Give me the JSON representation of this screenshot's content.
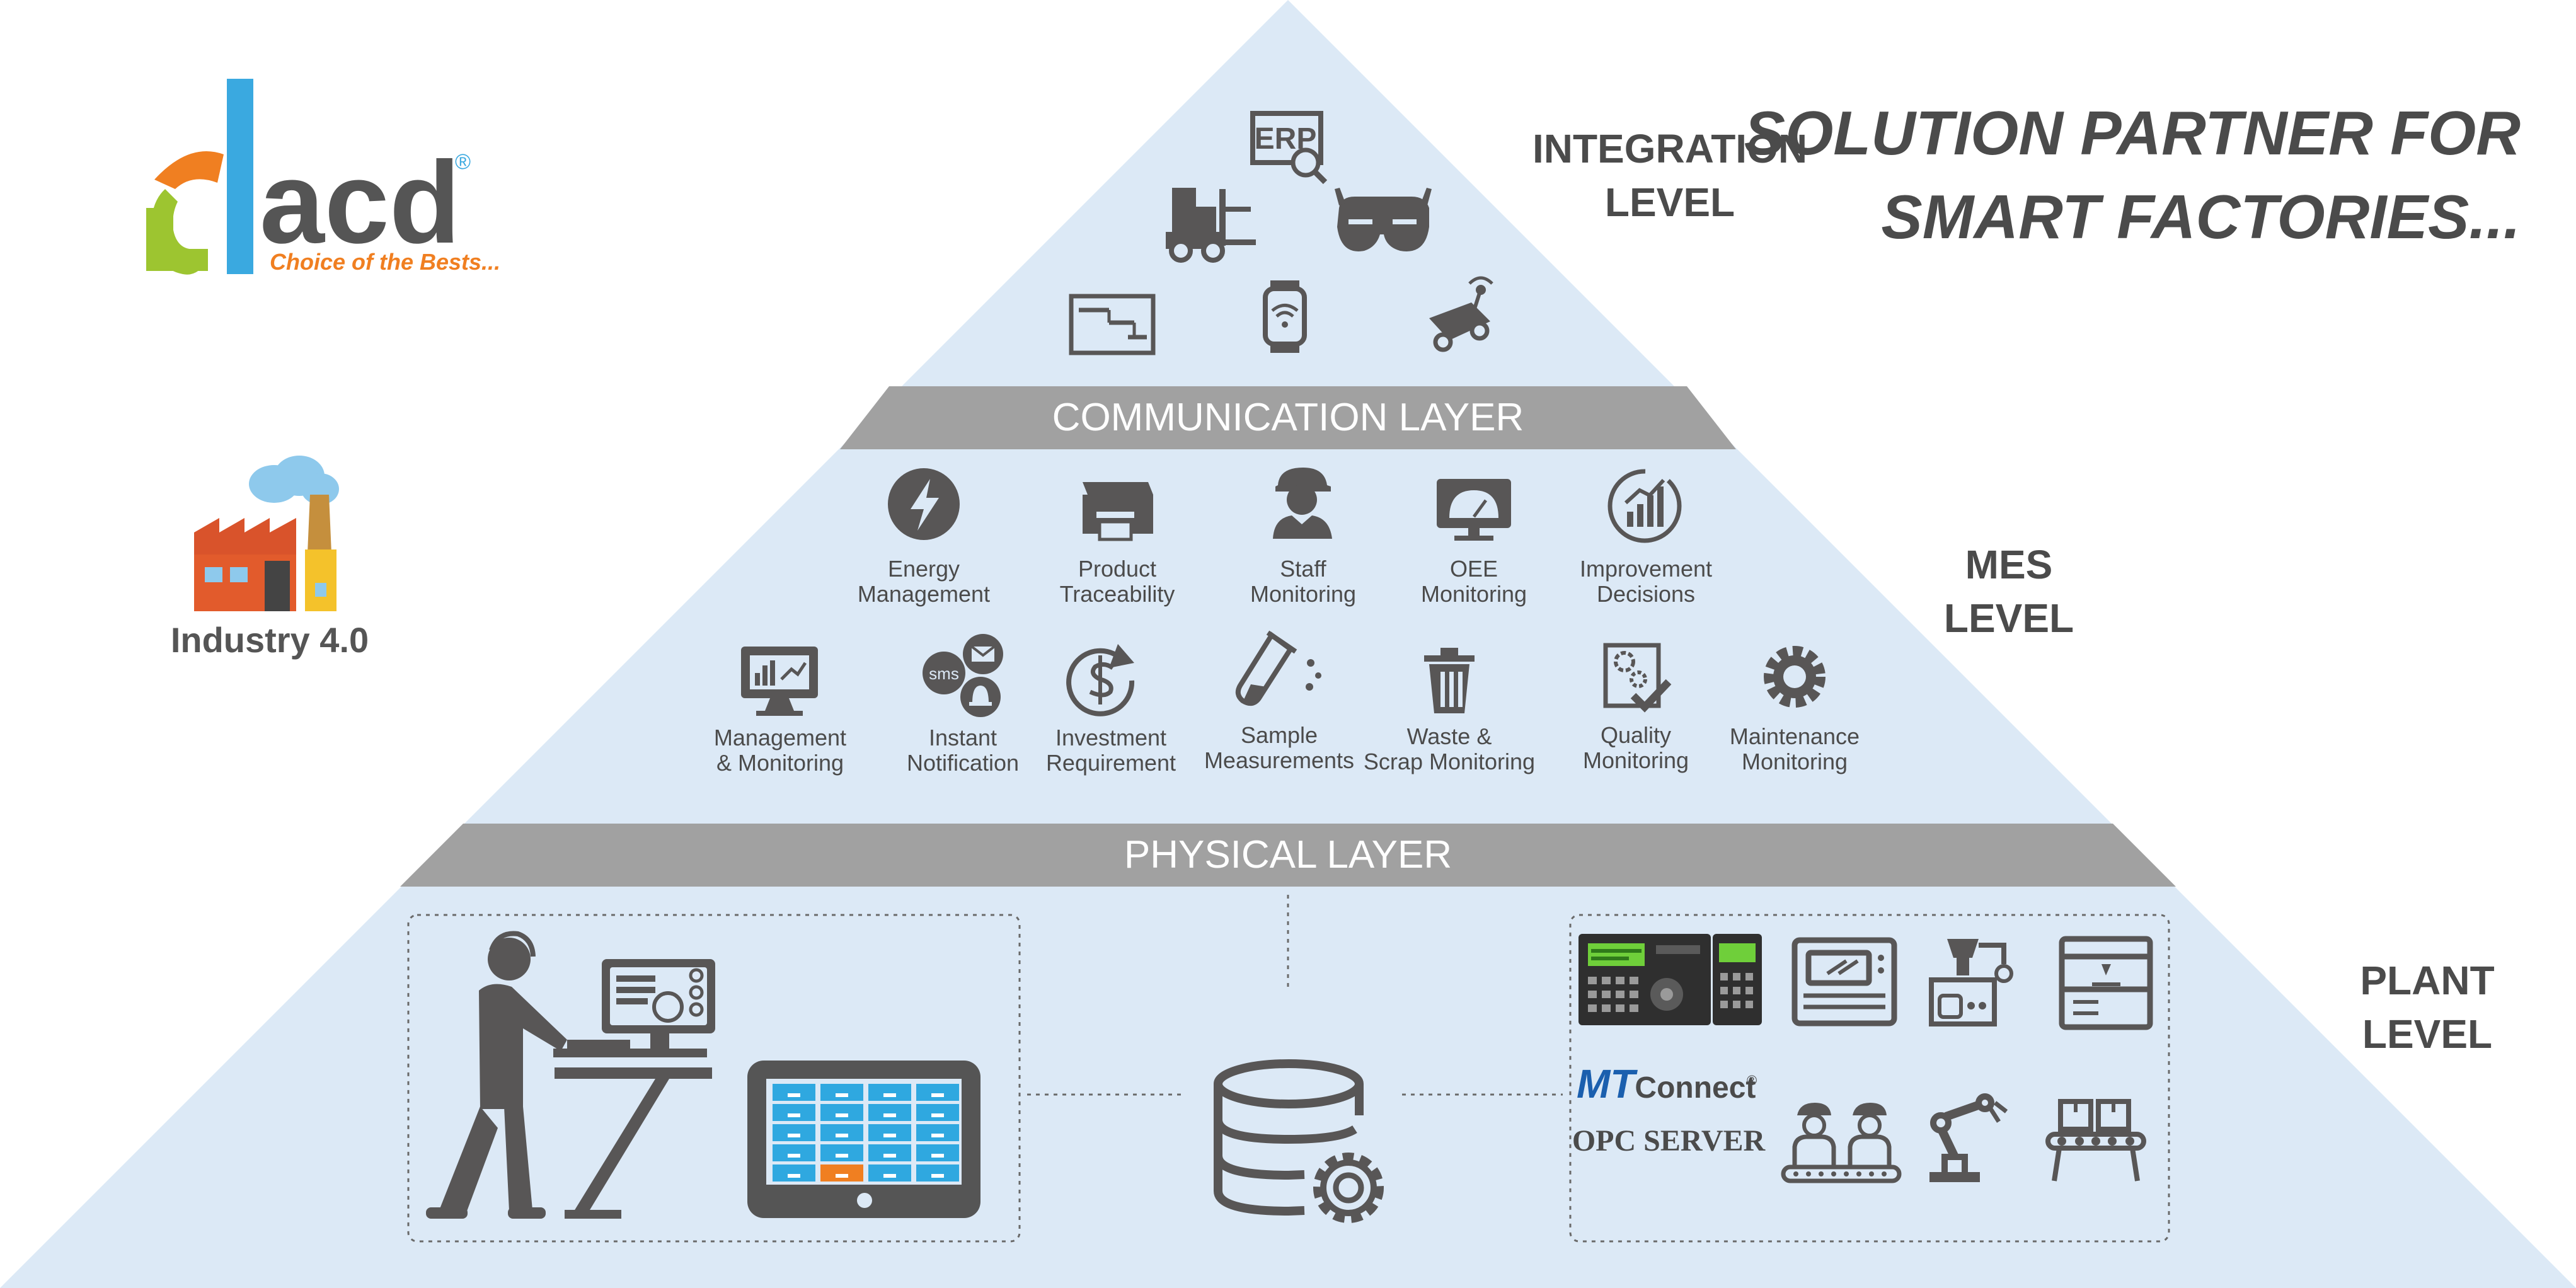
{
  "logo": {
    "wordmark": "acd",
    "registered": "®",
    "tagline": "Choice of the Bests...",
    "colors": {
      "c_orange": "#f07f21",
      "c_green": "#9dc530",
      "bar_blue": "#3aa9e0",
      "text_gray": "#555555",
      "tagline_orange": "#f07f21"
    }
  },
  "headline": {
    "line1": "SOLUTION PARTNER FOR",
    "line2": "SMART FACTORIES..."
  },
  "industry": {
    "label": "Industry 4.0"
  },
  "levels": {
    "integration": {
      "line1": "INTEGRATION",
      "line2": "LEVEL"
    },
    "mes": {
      "line1": "MES",
      "line2": "LEVEL"
    },
    "plant": {
      "line1": "PLANT",
      "line2": "LEVEL"
    }
  },
  "layers": {
    "communication": "COMMUNICATION LAYER",
    "physical": "PHYSICAL LAYER"
  },
  "integration_icons": [
    "erp-icon",
    "forklift-icon",
    "smart-glasses-icon",
    "gantt-chart-icon",
    "smartwatch-icon",
    "agv-robot-icon"
  ],
  "erp_text": "ERP",
  "mes_row1": [
    {
      "icon": "lightning-icon",
      "line1": "Energy",
      "line2": "Management"
    },
    {
      "icon": "printer-icon",
      "line1": "Product",
      "line2": "Traceability"
    },
    {
      "icon": "worker-icon",
      "line1": "Staff",
      "line2": "Monitoring"
    },
    {
      "icon": "gauge-icon",
      "line1": "OEE",
      "line2": "Monitoring"
    },
    {
      "icon": "growth-chart-icon",
      "line1": "Improvement",
      "line2": "Decisions"
    }
  ],
  "mes_row2": [
    {
      "icon": "monitor-chart-icon",
      "line1": "Management",
      "line2": "& Monitoring"
    },
    {
      "icon": "notification-icon",
      "line1": "Instant",
      "line2": "Notification"
    },
    {
      "icon": "dollar-refresh-icon",
      "line1": "Investment",
      "line2": "Requirement"
    },
    {
      "icon": "test-tube-icon",
      "line1": "Sample",
      "line2": "Measurements"
    },
    {
      "icon": "trash-icon",
      "line1": "Waste &",
      "line2": "Scrap Monitoring"
    },
    {
      "icon": "quality-check-icon",
      "line1": "Quality",
      "line2": "Monitoring"
    },
    {
      "icon": "gear-icon",
      "line1": "Maintenance",
      "line2": "Monitoring"
    }
  ],
  "sms_text": "sms",
  "plant": {
    "mtconnect_mt": "MT",
    "mtconnect_rest": "Connect",
    "opc_server": "OPC SERVER",
    "icons": [
      "operator-station-icon",
      "tablet-dashboard-icon",
      "database-gear-icon",
      "plc-controller-icon",
      "cnc-machine-icon",
      "filling-machine-icon",
      "3d-printer-icon",
      "workers-conveyor-icon",
      "robot-arm-icon",
      "conveyor-boxes-icon"
    ]
  },
  "colors": {
    "pyramid": "#dce9f6",
    "band": "#a1a1a1",
    "icon": "#585656",
    "label": "#4b4b4b",
    "tablet_tile": "#2fa8e0",
    "tablet_tile_active": "#f07f21",
    "mtconnect_blue": "#1b5fae"
  }
}
